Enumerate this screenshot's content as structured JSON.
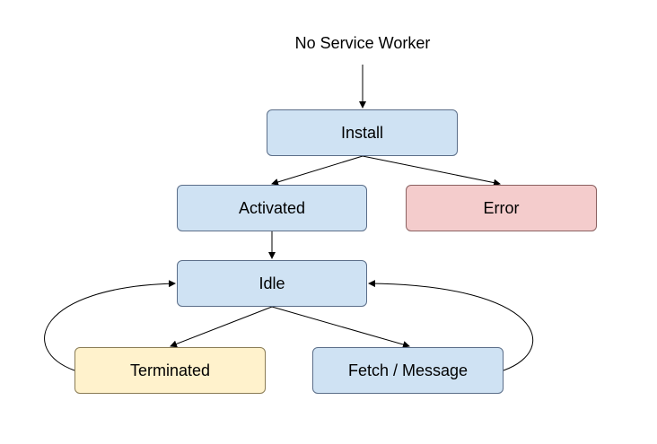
{
  "diagram": {
    "start_label": "No Service Worker",
    "nodes": {
      "install": "Install",
      "activated": "Activated",
      "error": "Error",
      "idle": "Idle",
      "terminated": "Terminated",
      "fetch_message": "Fetch / Message"
    },
    "colors": {
      "blue_fill": "#cfe2f3",
      "red_fill": "#f4cccc",
      "yellow_fill": "#fff2cc",
      "edge": "#000000"
    }
  }
}
